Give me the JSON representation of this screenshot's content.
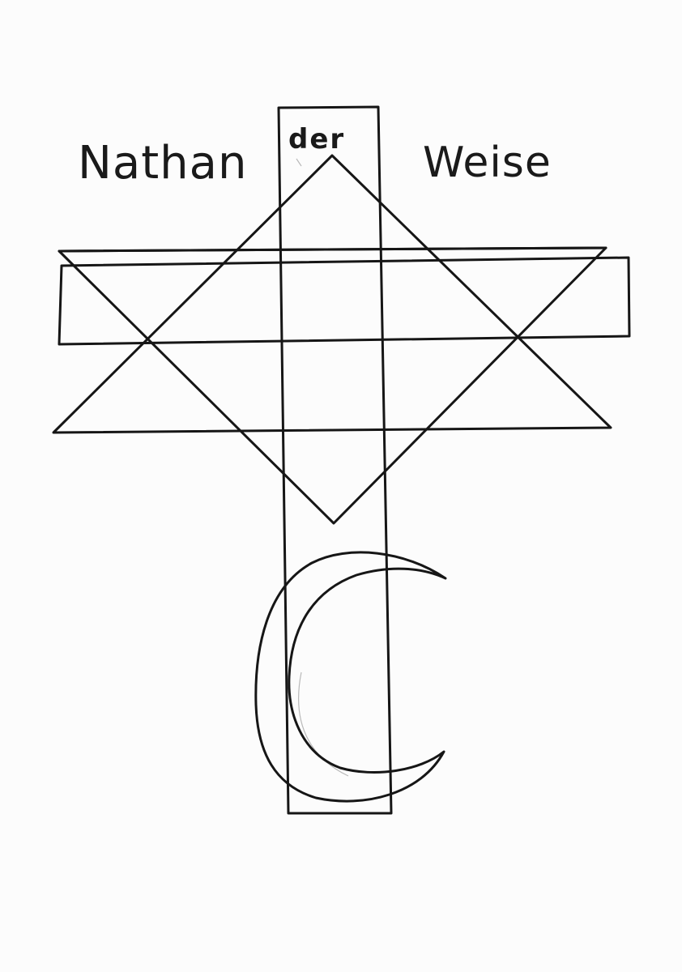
{
  "title": {
    "word1": "Nathan",
    "word2": "der",
    "word3": "Weise"
  },
  "symbols": {
    "cross": "cross",
    "star": "star-of-david",
    "crescent": "crescent-moon"
  },
  "colors": {
    "paper": "#fcfcfc",
    "pencil": "#161616"
  }
}
